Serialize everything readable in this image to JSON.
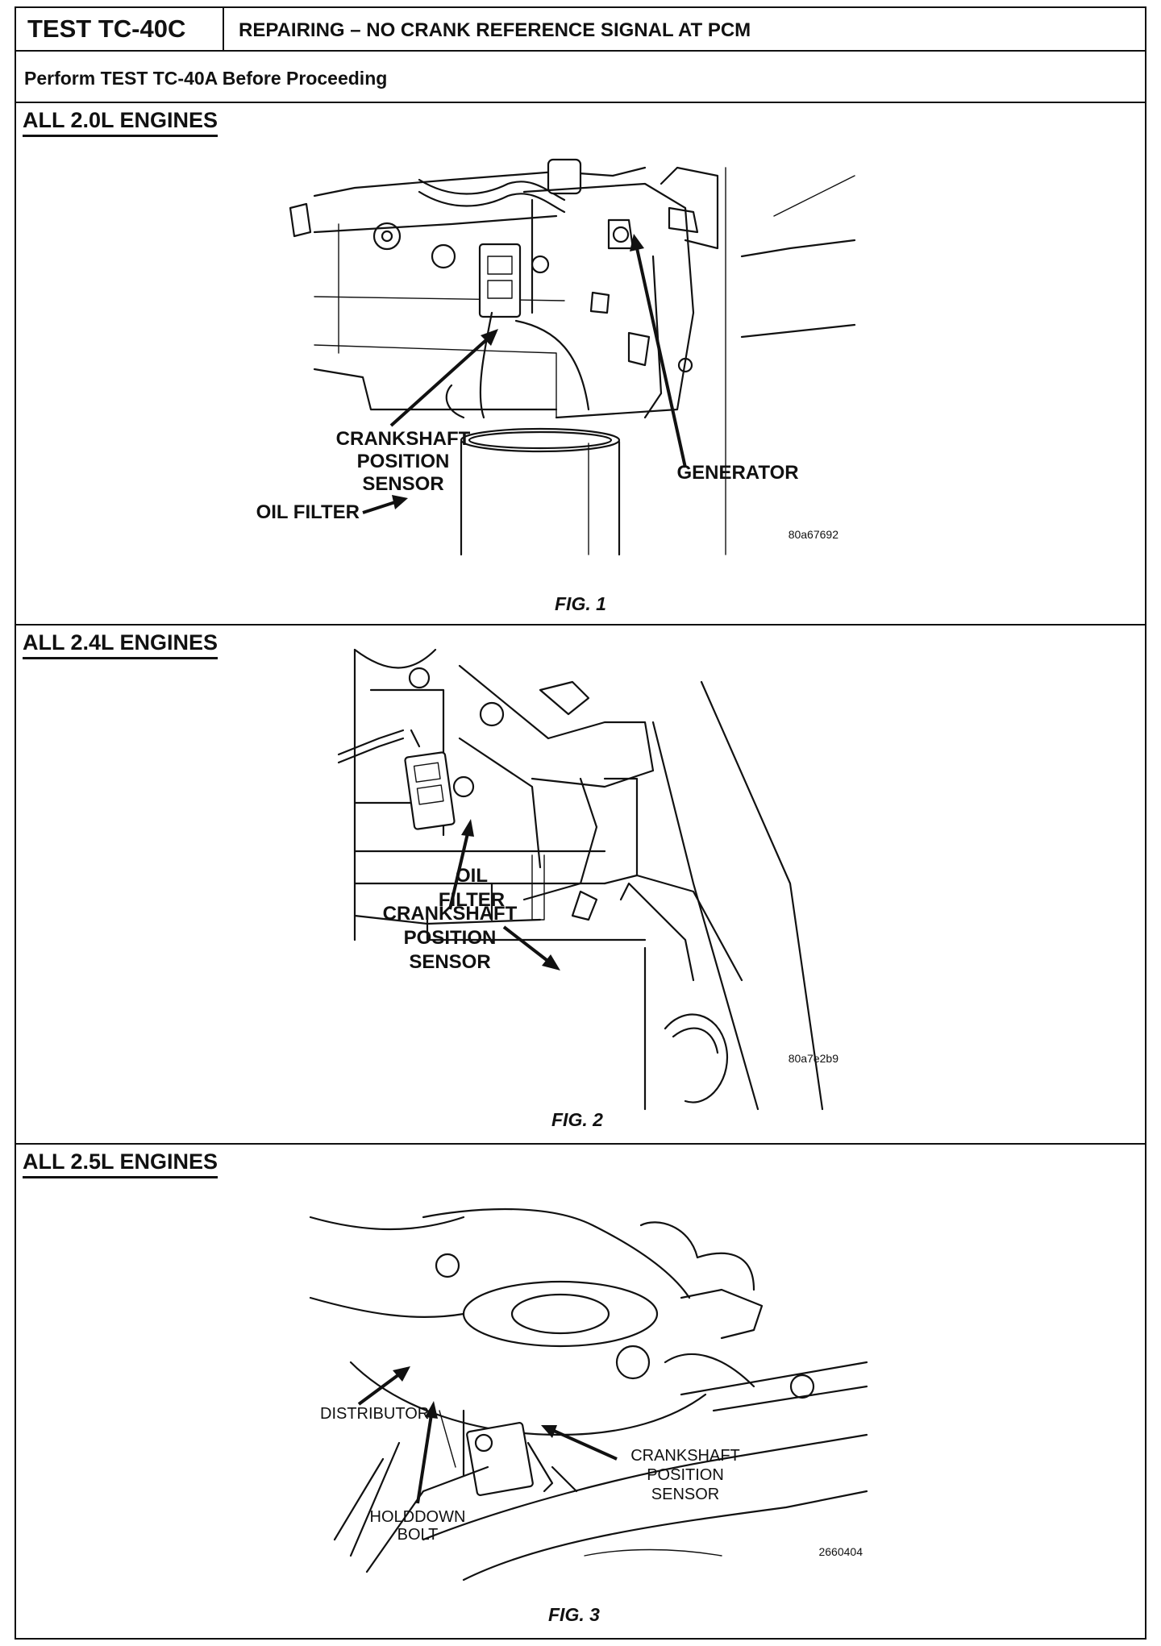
{
  "header": {
    "test_id": "TEST TC-40C",
    "title": "REPAIRING – NO CRANK REFERENCE SIGNAL AT PCM"
  },
  "instruction": "Perform TEST TC-40A Before Proceeding",
  "sections": [
    {
      "heading": "ALL 2.0L ENGINES",
      "caption": "FIG. 1",
      "code": "80a67692",
      "labels": {
        "sensor_1": "CRANKSHAFT",
        "sensor_2": "POSITION",
        "sensor_3": "SENSOR",
        "generator": "GENERATOR",
        "oil_filter": "OIL FILTER"
      }
    },
    {
      "heading": "ALL 2.4L ENGINES",
      "caption": "FIG. 2",
      "code": "80a7e2b9",
      "labels": {
        "oil_1": "OIL",
        "oil_2": "FILTER",
        "sensor_1": "CRANKSHAFT",
        "sensor_2": "POSITION",
        "sensor_3": "SENSOR"
      }
    },
    {
      "heading": "ALL 2.5L ENGINES",
      "caption": "FIG. 3",
      "code": "2660404",
      "labels": {
        "distributor": "DISTRIBUTOR",
        "sensor_1": "CRANKSHAFT",
        "sensor_2": "POSITION",
        "sensor_3": "SENSOR",
        "bolt_1": "HOLDDOWN",
        "bolt_2": "BOLT"
      }
    }
  ]
}
